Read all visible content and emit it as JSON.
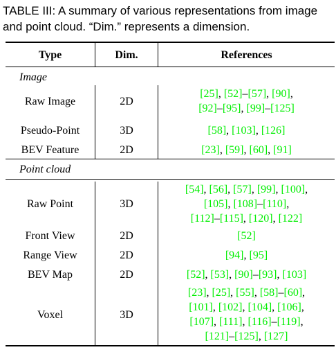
{
  "caption": {
    "line1": "TABLE III: A summary of various representations from image",
    "line2": "and point cloud. “Dim.” represents a dimension."
  },
  "headers": {
    "type": "Type",
    "dim": "Dim.",
    "references": "References"
  },
  "sections": [
    {
      "title": "Image",
      "rows": [
        {
          "type": "Raw Image",
          "dim": "2D",
          "ref_lines": [
            [
              "[25]",
              ", ",
              "[52]",
              "–",
              "[57]",
              ", ",
              "[90]",
              ","
            ],
            [
              "[92]",
              "–",
              "[95]",
              ", ",
              "[99]",
              "–",
              "[125]"
            ]
          ]
        },
        {
          "type": "Pseudo-Point",
          "dim": "3D",
          "ref_lines": [
            [
              "[58]",
              ", ",
              "[103]",
              ", ",
              "[126]"
            ]
          ]
        },
        {
          "type": "BEV Feature",
          "dim": "2D",
          "ref_lines": [
            [
              "[23]",
              ", ",
              "[59]",
              ", ",
              "[60]",
              ", ",
              "[91]"
            ]
          ]
        }
      ]
    },
    {
      "title": "Point cloud",
      "rows": [
        {
          "type": "Raw Point",
          "dim": "3D",
          "ref_lines": [
            [
              "[54]",
              ", ",
              "[56]",
              ", ",
              "[57]",
              ", ",
              "[99]",
              ", ",
              "[100]",
              ","
            ],
            [
              "[105]",
              ", ",
              "[108]",
              "–",
              "[110]",
              ","
            ],
            [
              "[112]",
              "–",
              "[115]",
              ", ",
              "[120]",
              ", ",
              "[122]"
            ]
          ]
        },
        {
          "type": "Front View",
          "dim": "2D",
          "ref_lines": [
            [
              "[52]"
            ]
          ]
        },
        {
          "type": "Range View",
          "dim": "2D",
          "ref_lines": [
            [
              "[94]",
              ", ",
              "[95]"
            ]
          ]
        },
        {
          "type": "BEV Map",
          "dim": "2D",
          "ref_lines": [
            [
              "[52]",
              ", ",
              "[53]",
              ", ",
              "[90]",
              "–",
              "[93]",
              ", ",
              "[103]"
            ]
          ]
        },
        {
          "type": "Voxel",
          "dim": "3D",
          "ref_lines": [
            [
              "[23]",
              ", ",
              "[25]",
              ", ",
              "[55]",
              ", ",
              "[58]",
              "–",
              "[60]",
              ","
            ],
            [
              "[101]",
              ", ",
              "[102]",
              ", ",
              "[104]",
              ", ",
              "[106]",
              ","
            ],
            [
              "[107]",
              ", ",
              "[111]",
              ", ",
              "[116]",
              "–",
              "[119]",
              ","
            ],
            [
              "[121]",
              "–",
              "[125]",
              ", ",
              "[127]"
            ]
          ]
        }
      ]
    }
  ],
  "colors": {
    "reference_link": "#00ee00",
    "text": "#000000"
  }
}
